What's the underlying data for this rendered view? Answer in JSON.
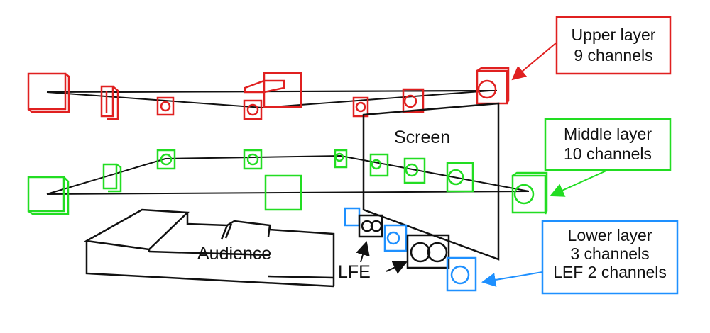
{
  "labels": {
    "screen": "Screen",
    "audience": "Audience",
    "lfe": "LFE"
  },
  "upper_box": {
    "line1": "Upper layer",
    "line2": "9 channels",
    "color": "#e02020"
  },
  "middle_box": {
    "line1": "Middle layer",
    "line2": "10 channels",
    "color": "#22dd22"
  },
  "lower_box": {
    "line1": "Lower layer",
    "line2": "3 channels",
    "line3": "LEF 2 channels",
    "color": "#1e90ff"
  }
}
